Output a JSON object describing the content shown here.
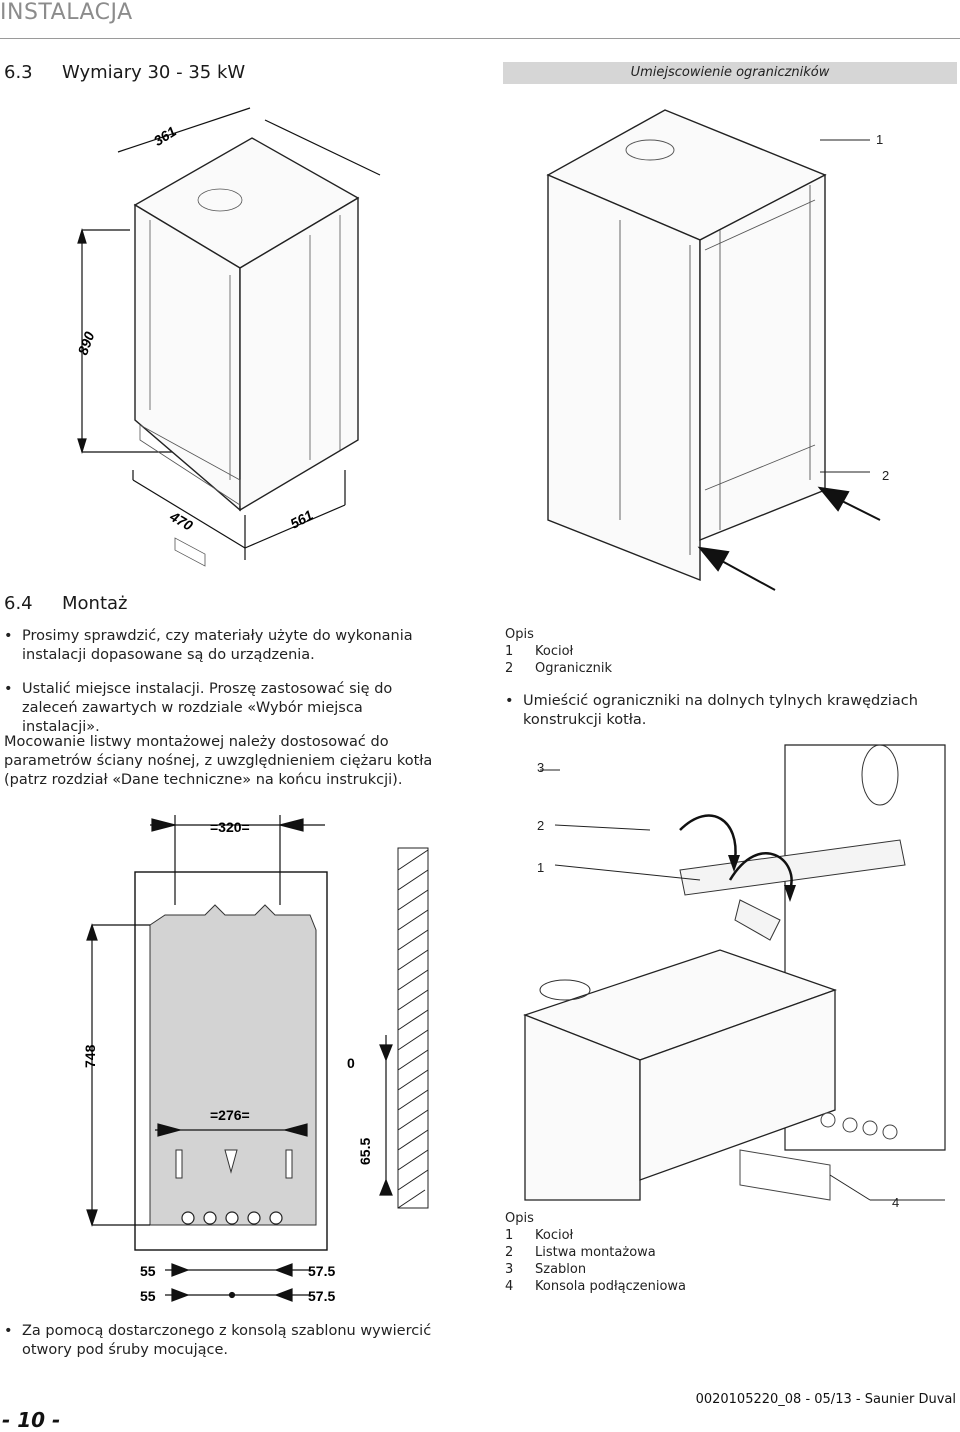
{
  "header": {
    "section": "INSTALACJA"
  },
  "section_63": {
    "number": "6.3",
    "title": "Wymiary 30 - 35 kW"
  },
  "banner": {
    "text": "Umiejscowienie ograniczników"
  },
  "dims_boiler": {
    "depth": "361",
    "height": "890",
    "width": "470",
    "side": "561"
  },
  "callouts_top": {
    "c1": "1",
    "c2": "2"
  },
  "section_64": {
    "number": "6.4",
    "title": "Montaż"
  },
  "bullets_left": [
    "Prosimy sprawdzić, czy materiały użyte do wykonania instalacji dopasowane są do urządzenia.",
    "Ustalić miejsce instalacji. Proszę zastosować się do zaleceń zawartych w rozdziale «Wybór miejsca instalacji»."
  ],
  "paragraph": "Mocowanie listwy montażowej należy dostosować do parametrów ściany nośnej, z uwzględnieniem ciężaru kotła (patrz rozdział «Dane techniczne» na końcu instrukcji).",
  "legend1": {
    "title": "Opis",
    "items": [
      {
        "n": "1",
        "label": "Kocioł"
      },
      {
        "n": "2",
        "label": "Ogranicznik"
      }
    ]
  },
  "bullet_right": "Umieścić ograniczniki na dolnych tylnych krawędziach konstrukcji kotła.",
  "template_dims": {
    "top": "=320=",
    "height": "748",
    "zero": "0",
    "mid": "=276=",
    "side": "65.5",
    "row1_left": "55",
    "row1_right": "57.5",
    "row2_left": "55",
    "row2_right": "57.5"
  },
  "callouts_bottom": {
    "c3": "3",
    "c2": "2",
    "c1": "1",
    "c4": "4"
  },
  "legend2": {
    "title": "Opis",
    "items": [
      {
        "n": "1",
        "label": "Kocioł"
      },
      {
        "n": "2",
        "label": "Listwa montażowa"
      },
      {
        "n": "3",
        "label": "Szablon"
      },
      {
        "n": "4",
        "label": "Konsola podłączeniowa"
      }
    ]
  },
  "bullet_bottom": "Za pomocą dostarczonego z konsolą szablonu wywiercić otwory pod śruby mocujące.",
  "footer": {
    "page": "- 10 -",
    "doc": "0020105220_08 - 05/13 - Saunier Duval"
  }
}
